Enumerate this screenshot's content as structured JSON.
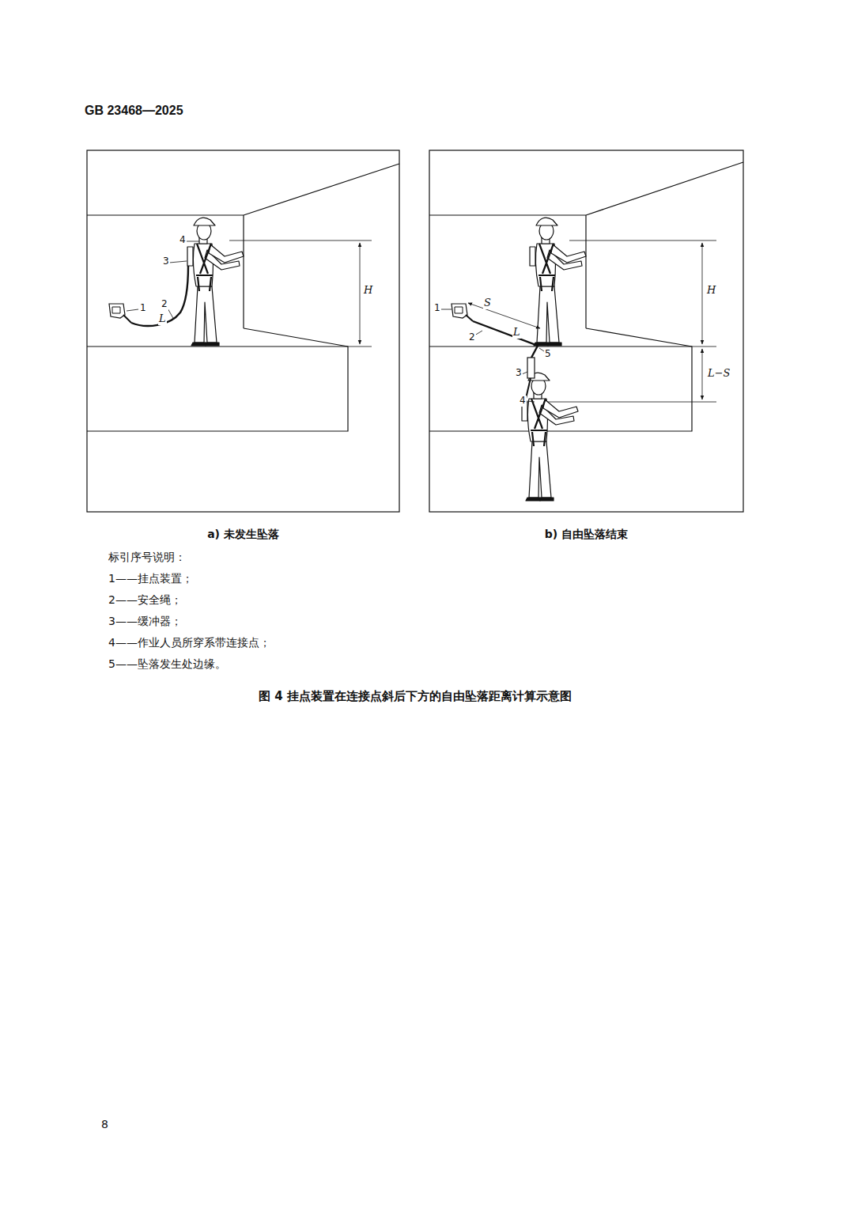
{
  "diagram": {
    "caption": "图 4  挂点装置在连接点斜后下方的自由坠落距离计算示意图",
    "nodes": [
      {
        "text": [
          "a)  未发生坠落"
        ]
      },
      {
        "text": [
          "b)  自由坠落结束"
        ]
      }
    ],
    "edges": [],
    "labels": [
      "GB 23468—2025",
      "4",
      "3",
      "1",
      "2",
      "L",
      "H",
      "1",
      "S",
      "2",
      "L",
      "5",
      "H",
      "3",
      "L−S",
      "4",
      "标引序号说明：",
      "1——挂点装置；",
      "2——安全绳；",
      "3——缓冲器；",
      "4——作业人员所穿系带连接点；",
      "5——坠落发生处边缘。",
      "8"
    ]
  }
}
